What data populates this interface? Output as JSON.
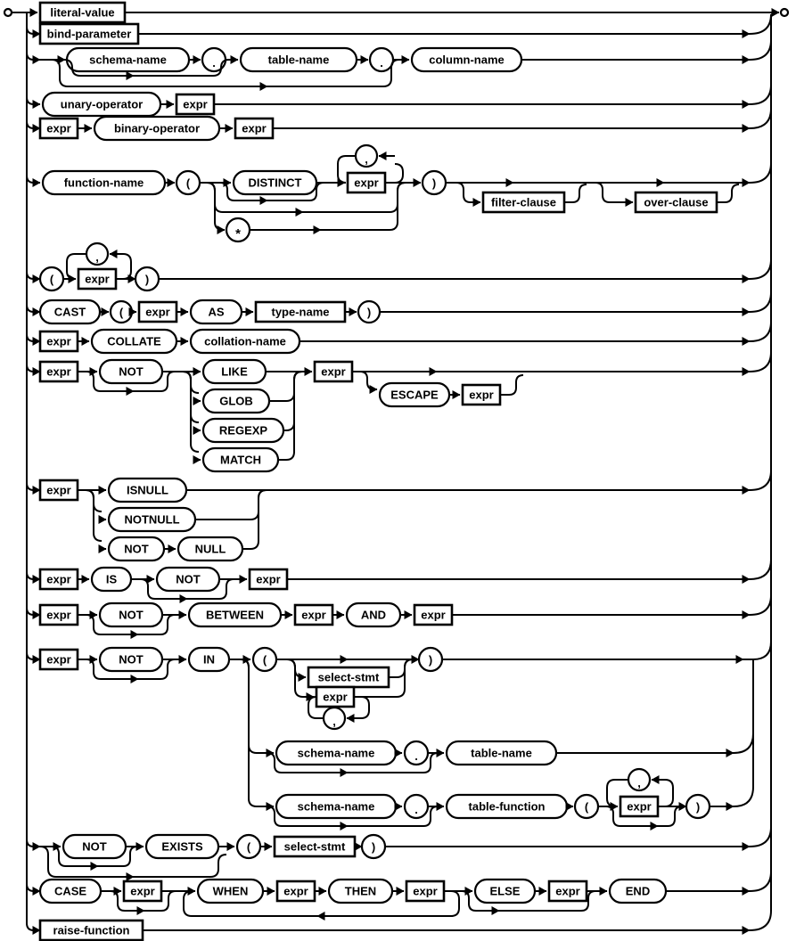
{
  "diagram": {
    "style": {
      "stroke": "#000000",
      "fill": "#ffffff",
      "text": "#000000",
      "background": "#ffffff"
    },
    "rows": {
      "r1": {
        "literal_value": "literal-value"
      },
      "r2": {
        "bind_parameter": "bind-parameter"
      },
      "r3": {
        "schema_name": "schema-name",
        "dot1": ".",
        "table_name": "table-name",
        "dot2": ".",
        "column_name": "column-name"
      },
      "r4": {
        "unary_operator": "unary-operator",
        "expr": "expr"
      },
      "r5": {
        "expr1": "expr",
        "binary_operator": "binary-operator",
        "expr2": "expr"
      },
      "r6": {
        "function_name": "function-name",
        "lparen": "(",
        "distinct": "DISTINCT",
        "comma": ",",
        "expr": "expr",
        "star": "*",
        "rparen": ")",
        "filter_clause": "filter-clause",
        "over_clause": "over-clause"
      },
      "r7": {
        "lparen": "(",
        "comma": ",",
        "expr": "expr",
        "rparen": ")"
      },
      "r8": {
        "cast": "CAST",
        "lparen": "(",
        "expr": "expr",
        "as_kw": "AS",
        "type_name": "type-name",
        "rparen": ")"
      },
      "r9": {
        "expr": "expr",
        "collate": "COLLATE",
        "collation_name": "collation-name"
      },
      "r10": {
        "expr1": "expr",
        "not_kw": "NOT",
        "like": "LIKE",
        "glob": "GLOB",
        "regexp": "REGEXP",
        "match": "MATCH",
        "expr2": "expr",
        "escape": "ESCAPE",
        "expr3": "expr"
      },
      "r11": {
        "expr": "expr",
        "isnull": "ISNULL",
        "notnull": "NOTNULL",
        "not_kw": "NOT",
        "null_kw": "NULL"
      },
      "r12": {
        "expr1": "expr",
        "is_kw": "IS",
        "not_kw": "NOT",
        "expr2": "expr"
      },
      "r13": {
        "expr1": "expr",
        "not_kw": "NOT",
        "between": "BETWEEN",
        "expr2": "expr",
        "and_kw": "AND",
        "expr3": "expr"
      },
      "r14": {
        "expr1": "expr",
        "not_kw": "NOT",
        "in_kw": "IN",
        "lparen1": "(",
        "select_stmt": "select-stmt",
        "expr2": "expr",
        "comma1": ",",
        "rparen1": ")",
        "schema_name1": "schema-name",
        "dot1": ".",
        "table_name": "table-name",
        "schema_name2": "schema-name",
        "dot2": ".",
        "table_function": "table-function",
        "lparen2": "(",
        "expr3": "expr",
        "comma2": ",",
        "rparen2": ")"
      },
      "r15": {
        "not_kw": "NOT",
        "exists": "EXISTS",
        "lparen": "(",
        "select_stmt": "select-stmt",
        "rparen": ")"
      },
      "r16": {
        "case_kw": "CASE",
        "expr1": "expr",
        "when_kw": "WHEN",
        "expr2": "expr",
        "then_kw": "THEN",
        "expr3": "expr",
        "else_kw": "ELSE",
        "expr4": "expr",
        "end_kw": "END"
      },
      "r17": {
        "raise_function": "raise-function"
      }
    }
  }
}
